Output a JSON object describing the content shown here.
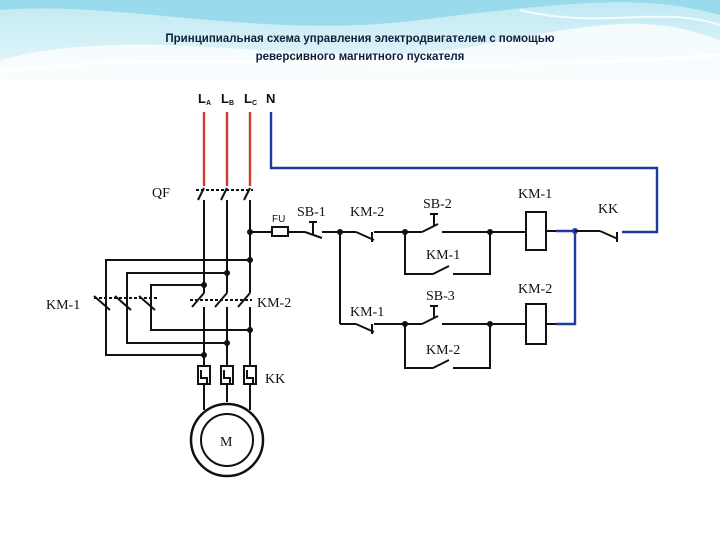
{
  "title": {
    "line1": "Принципиальная схема   управления электродвигателем с помощью",
    "line2": "реверсивного магнитного пускателя"
  },
  "phases": [
    {
      "main": "L",
      "sub": "A"
    },
    {
      "main": "L",
      "sub": "B"
    },
    {
      "main": "L",
      "sub": "C"
    }
  ],
  "neutral": "N",
  "labels": {
    "qf": "QF",
    "fu": "FU",
    "sb1": "SB-1",
    "sb2": "SB-2",
    "sb3": "SB-3",
    "km2_top": "KM-2",
    "km1_coil": "KM-1",
    "kk_top": "KK",
    "km1_holding": "KM-1",
    "km1_interlock": "KM-1",
    "km2_coil": "KM-2",
    "km2_holding": "KM-2",
    "km1_power": "KM-1",
    "km2_power": "KM-2",
    "kk_power": "KK",
    "motor": "M"
  },
  "colors": {
    "phase_line": "#d23a2a",
    "neutral_line": "#1e3a9e",
    "wire": "#111111",
    "header_sky": "#7fd0e6"
  }
}
